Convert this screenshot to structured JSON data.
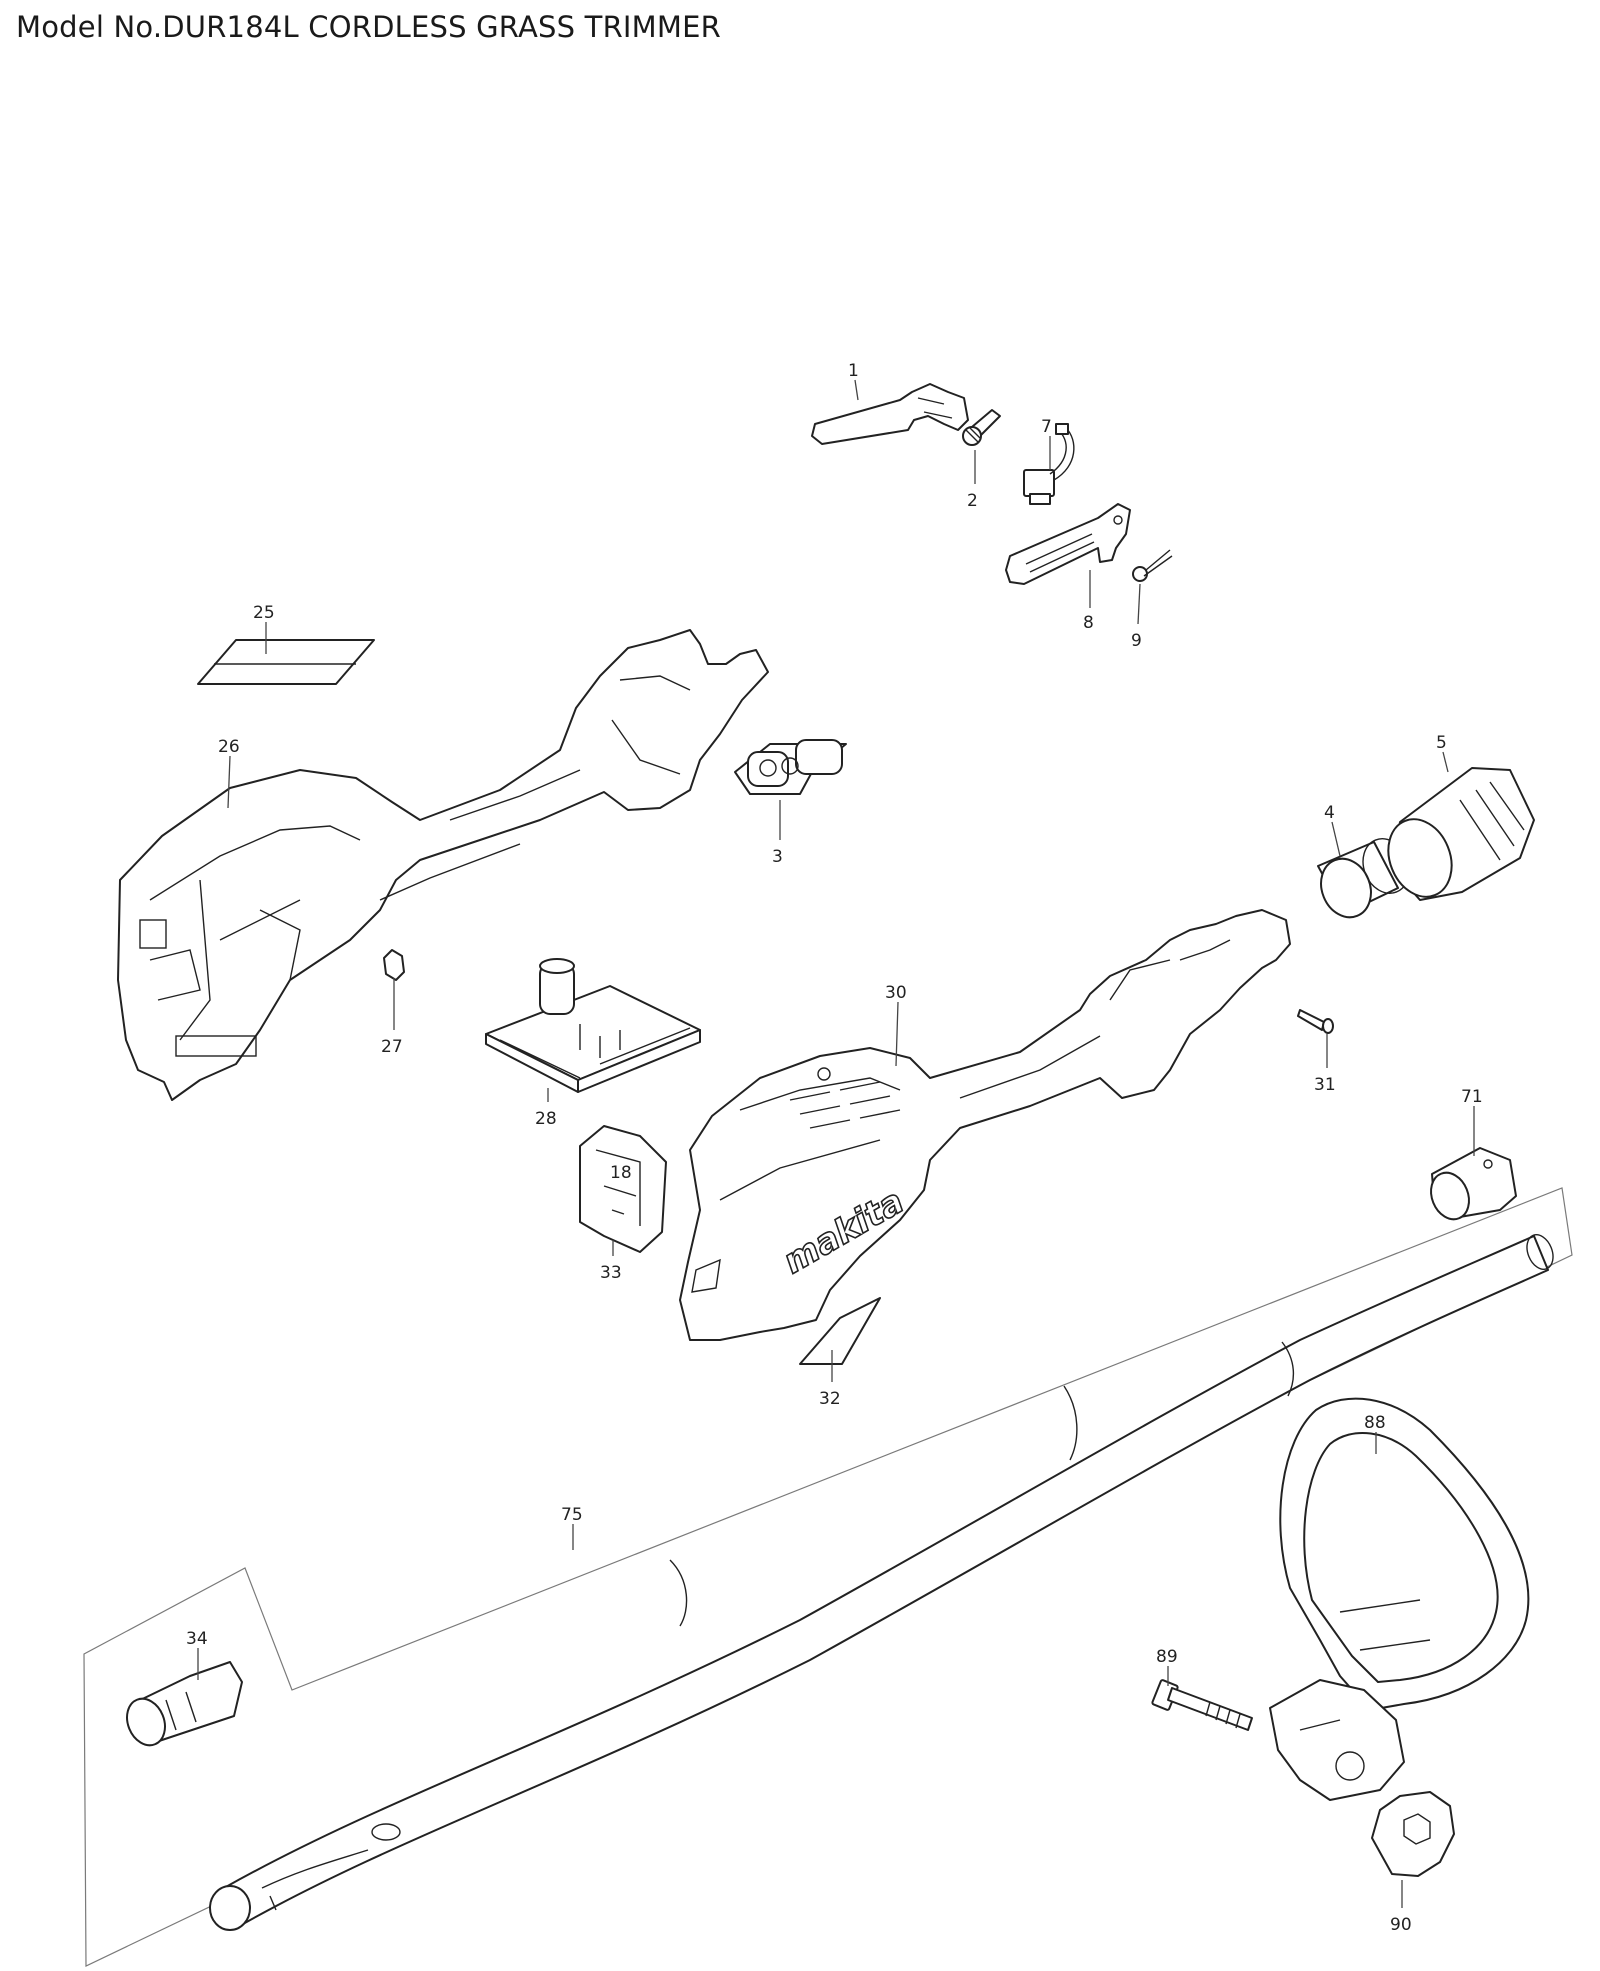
{
  "page": {
    "title": "Model No.DUR184L CORDLESS GRASS TRIMMER",
    "logo_text": "makita"
  },
  "callouts": [
    {
      "id": "1",
      "label": "1"
    },
    {
      "id": "2",
      "label": "2"
    },
    {
      "id": "3",
      "label": "3"
    },
    {
      "id": "4",
      "label": "4"
    },
    {
      "id": "5",
      "label": "5"
    },
    {
      "id": "7",
      "label": "7"
    },
    {
      "id": "8",
      "label": "8"
    },
    {
      "id": "9",
      "label": "9"
    },
    {
      "id": "25",
      "label": "25"
    },
    {
      "id": "26",
      "label": "26"
    },
    {
      "id": "27",
      "label": "27"
    },
    {
      "id": "28",
      "label": "28"
    },
    {
      "id": "30",
      "label": "30"
    },
    {
      "id": "31",
      "label": "31"
    },
    {
      "id": "32",
      "label": "32"
    },
    {
      "id": "33",
      "label": "33"
    },
    {
      "id": "34",
      "label": "34"
    },
    {
      "id": "71",
      "label": "71"
    },
    {
      "id": "75",
      "label": "75"
    },
    {
      "id": "88",
      "label": "88"
    },
    {
      "id": "89",
      "label": "89"
    },
    {
      "id": "90",
      "label": "90"
    }
  ]
}
